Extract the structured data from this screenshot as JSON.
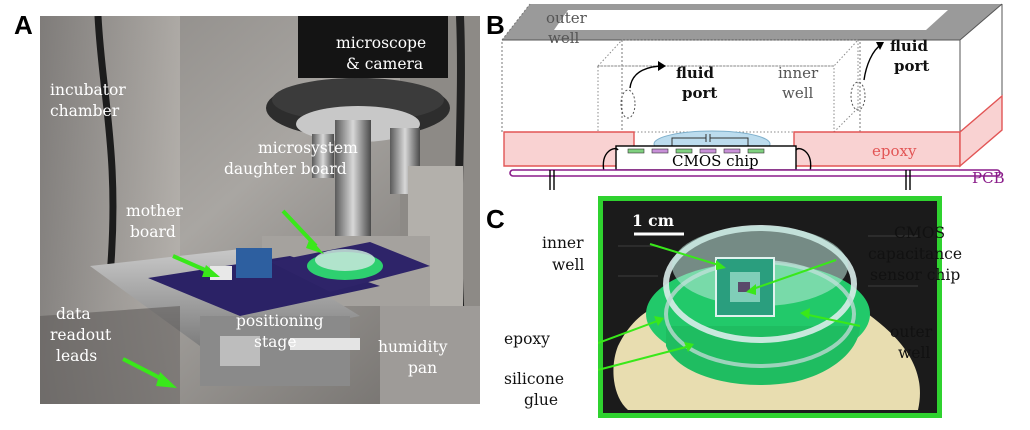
{
  "panels": {
    "a": "A",
    "b": "B",
    "c": "C"
  },
  "panel_a_labels": {
    "incubator_1": "incubator",
    "incubator_2": "chamber",
    "microscope_1": "microscope",
    "microscope_2": "& camera",
    "microsystem_1": "microsystem",
    "microsystem_2": "daughter board",
    "mother_1": "mother",
    "mother_2": "board",
    "positioning_1": "positioning",
    "positioning_2": "stage",
    "data_1": "data",
    "data_2": "readout",
    "data_3": "leads",
    "humidity_1": "humidity",
    "humidity_2": "pan"
  },
  "panel_b_labels": {
    "outer_1": "outer",
    "outer_2": "well",
    "fluid_left_1": "fluid",
    "fluid_left_2": "port",
    "inner_1": "inner",
    "inner_2": "well",
    "fluid_right_1": "fluid",
    "fluid_right_2": "port",
    "epoxy": "epoxy",
    "cmos_chip": "CMOS chip",
    "pcb": "PCB"
  },
  "panel_c_labels": {
    "scale": "1 cm",
    "inner_1": "inner",
    "inner_2": "well",
    "cmos_1": "CMOS",
    "cmos_2": "capacitance",
    "cmos_3": "sensor chip",
    "epoxy": "epoxy",
    "outer_1": "outer",
    "outer_2": "well",
    "silicone_1": "silicone",
    "silicone_2": "glue"
  },
  "colors": {
    "arrow_green": "#39e81a",
    "epoxy_fill": "#f9d2d2",
    "epoxy_stroke": "#e25555",
    "pcb_purple": "#8a1c8a",
    "chip_green": "#7fd07f",
    "electrode_purple": "#c890d8",
    "liquid_blue": "#bcdcee",
    "outer_well_gray": "#9a9a9a",
    "frame_green": "#2fd22f"
  }
}
